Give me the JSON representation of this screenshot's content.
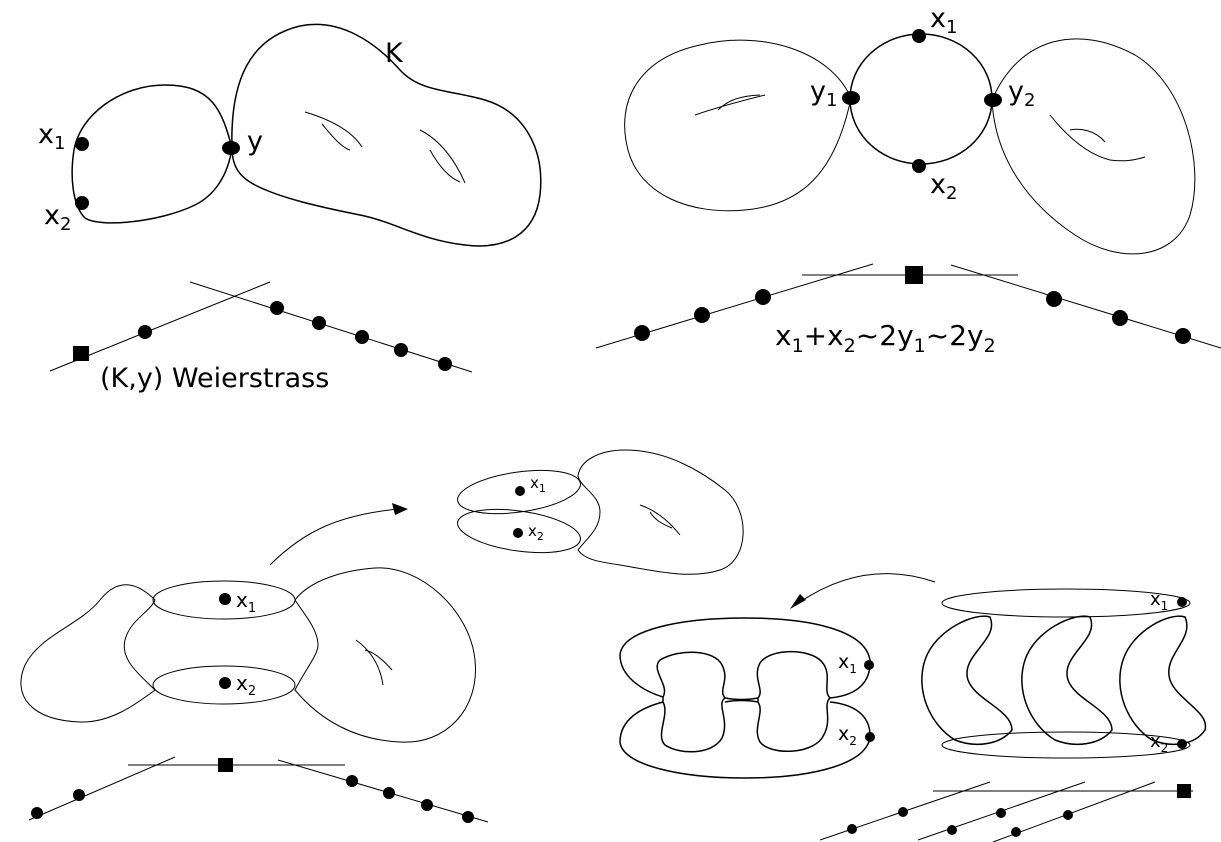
{
  "panel_top_left": {
    "curve_label": "K",
    "point_x1": "x",
    "point_x1_sub": "1",
    "point_x2": "x",
    "point_x2_sub": "2",
    "node_y": "y",
    "caption": "(K,y) Weierstrass"
  },
  "panel_top_right": {
    "point_x1": "x",
    "point_x1_sub": "1",
    "point_x2": "x",
    "point_x2_sub": "2",
    "node_y1": "y",
    "node_y1_sub": "1",
    "node_y2": "y",
    "node_y2_sub": "2",
    "relation": {
      "t1": "x",
      "s1": "1",
      "t2": "+x",
      "s2": "2",
      "t3": "~2y",
      "s3": "1",
      "t4": "~2y",
      "s4": "2"
    }
  },
  "panel_bottom_left": {
    "point_x1": "x",
    "point_x1_sub": "1",
    "point_x2": "x",
    "point_x2_sub": "2"
  },
  "panel_bottom_center": {
    "point_x1": "x",
    "point_x1_sub": "1",
    "point_x2": "x",
    "point_x2_sub": "2"
  },
  "panel_bottom_right": {
    "left_x1": "x",
    "left_x1_sub": "1",
    "left_x2": "x",
    "left_x2_sub": "2",
    "right_x1": "x",
    "right_x1_sub": "1",
    "right_x2": "x",
    "right_x2_sub": "2"
  }
}
